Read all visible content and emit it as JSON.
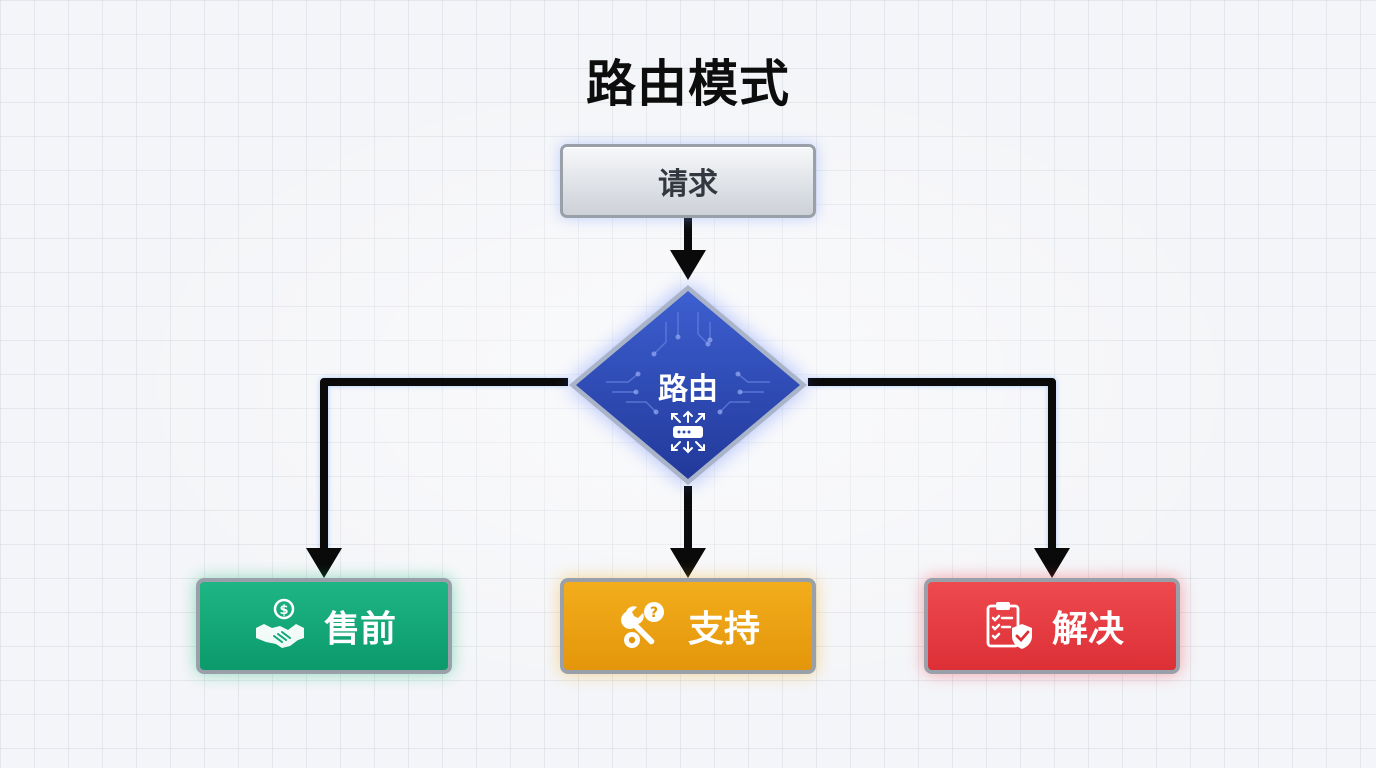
{
  "title": "路由模式",
  "nodes": {
    "request": {
      "label": "请求"
    },
    "router": {
      "label": "路由",
      "icon": "router-icon"
    },
    "presales": {
      "label": "售前",
      "icon": "handshake-money-icon",
      "color": "#10a877"
    },
    "support": {
      "label": "支持",
      "icon": "tools-question-icon",
      "color": "#eca214"
    },
    "resolve": {
      "label": "解决",
      "icon": "checklist-shield-icon",
      "color": "#e53b42"
    }
  },
  "edges": [
    {
      "from": "请求",
      "to": "路由"
    },
    {
      "from": "路由",
      "to": "售前"
    },
    {
      "from": "路由",
      "to": "支持"
    },
    {
      "from": "路由",
      "to": "解决"
    }
  ],
  "colors": {
    "router": "#2c48b2",
    "connector": "#0a0a0a",
    "glow": "#2f8cff"
  }
}
